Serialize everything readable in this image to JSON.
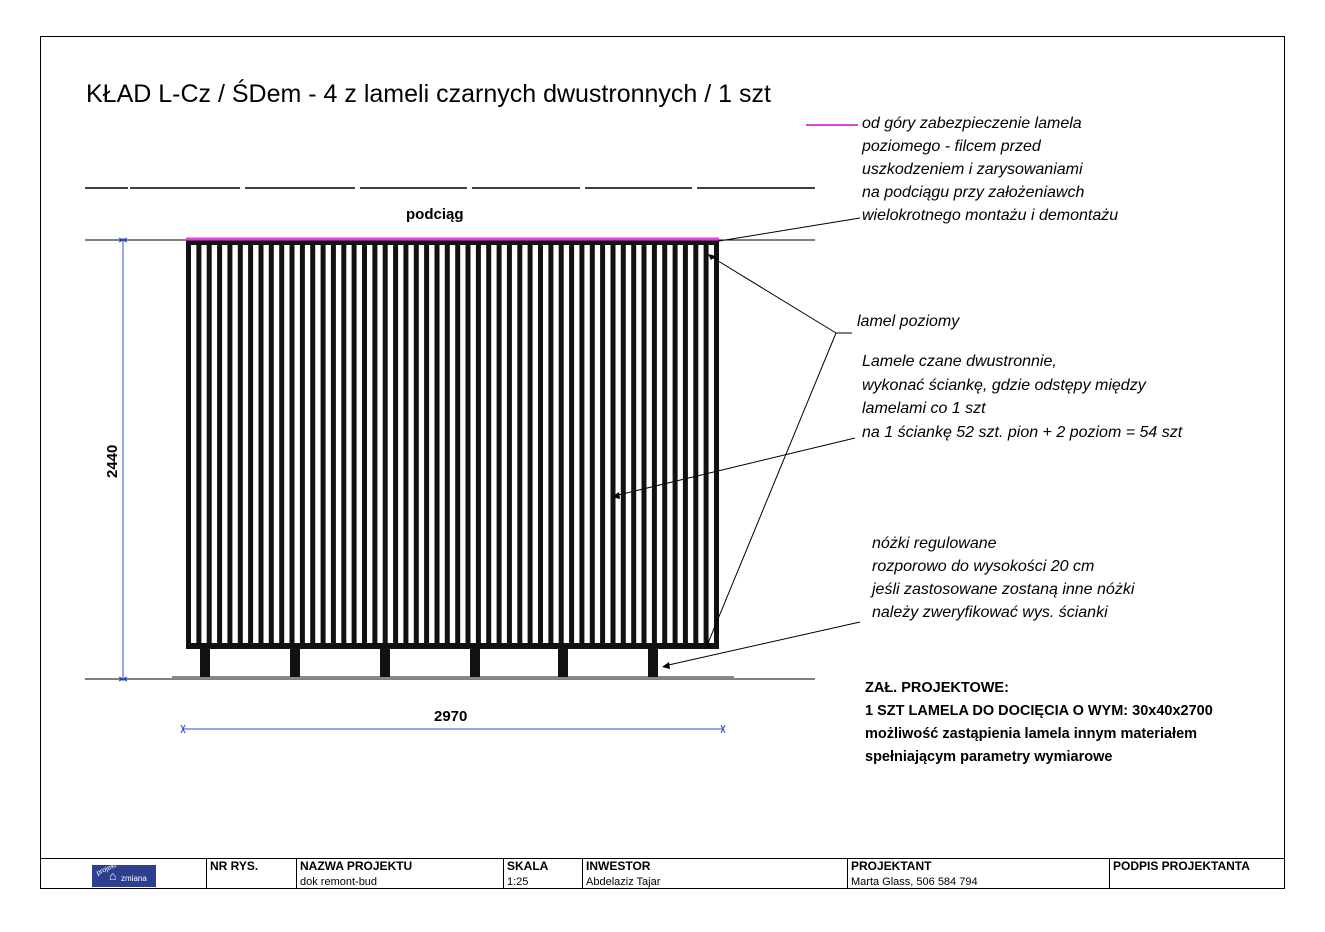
{
  "title": "KŁAD L-Cz / ŚDem - 4 z lameli czarnych dwustronnych / 1 szt",
  "labels": {
    "beam": "podciąg",
    "width_dim": "2970",
    "height_dim": "2440"
  },
  "notes": {
    "felt": [
      "od góry zabezpieczenie lamela",
      "poziomego - filcem przed",
      "uszkodzeniem i zarysowaniami",
      "na podciągu przy założeniawch",
      "wielokrotnego montażu i demontażu"
    ],
    "horizontal_lamel": "lamel poziomy",
    "lamels": [
      "Lamele czane dwustronnie,",
      "wykonać ściankę, gdzie odstępy między",
      "lamelami co 1 szt",
      "na 1 ściankę 52 szt. pion + 2 poziom = 54 szt"
    ],
    "feet": [
      "nóżki regulowane",
      "rozporowo do wysokości 20 cm",
      "jeśli zastosowane zostaną inne nóżki",
      "należy zweryfikować wys. ścianki"
    ]
  },
  "attachments": [
    "ZAŁ. PROJEKTOWE:",
    "1 SZT LAMELA DO DOCIĘCIA O WYM: 30x40x2700",
    "możliwość zastąpienia lamela innym materiałem",
    "spełniającym parametry wymiarowe"
  ],
  "title_block": {
    "logo": {
      "prefix": "projekt",
      "word": "zmiana",
      "house_icon": "house-icon"
    },
    "drawing_no": {
      "header": "NR RYS.",
      "value": ""
    },
    "project_name": {
      "header": "NAZWA PROJEKTU",
      "value": "dok remont-bud"
    },
    "scale": {
      "header": "SKALA",
      "value": "1:25"
    },
    "investor": {
      "header": "INWESTOR",
      "value": "Abdelaziz Tajar"
    },
    "designer": {
      "header": "PROJEKTANT",
      "value": "Marta Glass, 506 584 794"
    },
    "signature": {
      "header": "PODPIS PROJEKTANTA",
      "value": ""
    }
  },
  "colors": {
    "felt_line": "#e040e0",
    "dimension_line": "#2b4fd6",
    "lamel": "#111111"
  }
}
